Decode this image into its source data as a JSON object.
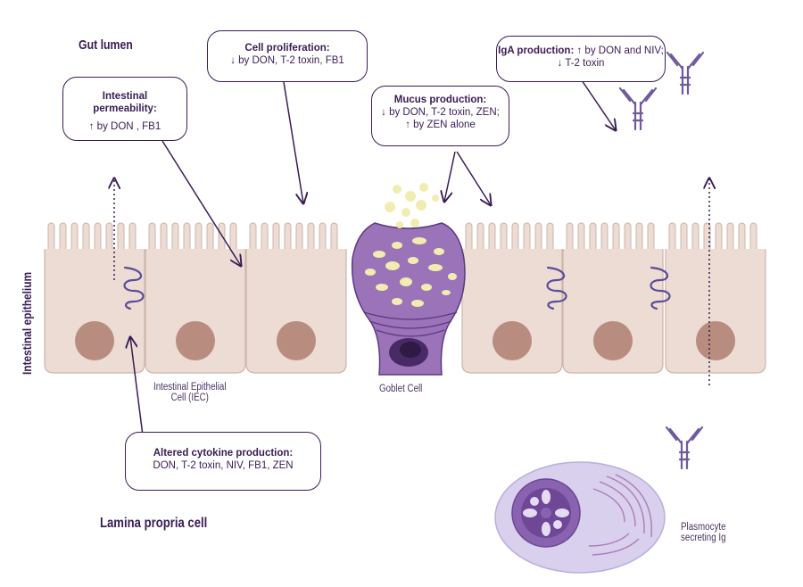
{
  "regions": {
    "gut_lumen": "Gut lumen",
    "intestinal_epithelium": "Intestinal epithelium",
    "lamina_propria": "Lamina propria cell"
  },
  "cells": {
    "iec_line1": "Intestinal Epithelial",
    "iec_line2": "Cell (IEC)",
    "goblet": "Goblet Cell",
    "plasmocyte_line1": "Plasmocyte",
    "plasmocyte_line2": "secreting Ig"
  },
  "boxes": {
    "permeability": {
      "title_line1": "Intestinal",
      "title_line2": "permeability:",
      "line1": "↑ by DON , FB1"
    },
    "proliferation": {
      "title": "Cell proliferation:",
      "line1": "↓ by DON, T-2 toxin, FB1"
    },
    "mucus": {
      "title": "Mucus production:",
      "line1": "↓ by DON, T-2 toxin, ZEN;",
      "line2": "↑ by ZEN alone"
    },
    "iga": {
      "title": "IgA production:",
      "line1_rest": " ↑ by DON and NIV;",
      "line2": "↓ T-2 toxin"
    },
    "cytokine": {
      "title": "Altered cytokine production:",
      "line1": "DON, T-2 toxin, NIV, FB1, ZEN"
    }
  },
  "colors": {
    "text": "#3a1c55",
    "cell_fill": "#ecdcd4",
    "cell_stroke": "#cdb4a8",
    "nucleus": "#b88d80",
    "goblet": "#9a73b8",
    "goblet_dark": "#5e3880",
    "mucus_granule": "#f1ecb0",
    "antibody": "#6f5aa0",
    "plasmocyte_outer": "#cfc6e6",
    "plasmocyte_nucleus": "#8a63b0"
  }
}
